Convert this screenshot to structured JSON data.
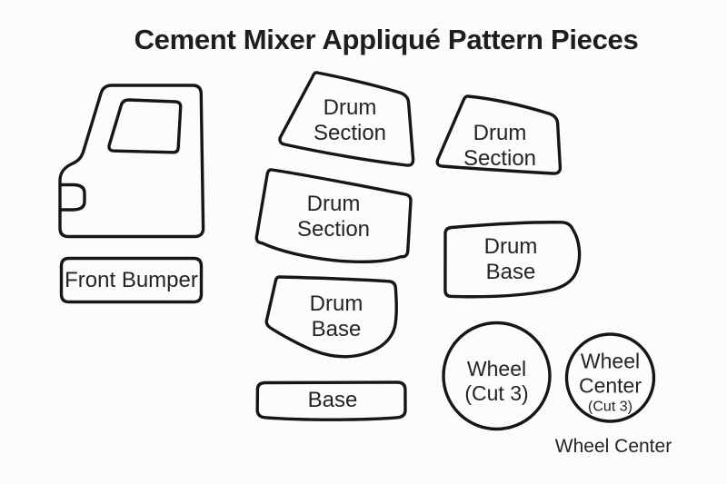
{
  "title": "Cement Mixer Appliqué Pattern Pieces",
  "pieces": {
    "truck_cab": {
      "name": "truck cab (unlabeled outline with window and handle)"
    },
    "front_bumper": {
      "label": "Front Bumper"
    },
    "drum_section_top": {
      "line1": "Drum",
      "line2": "Section"
    },
    "drum_section_middle": {
      "line1": "Drum",
      "line2": "Section"
    },
    "drum_section_right": {
      "line1": "Drum",
      "line2": "Section"
    },
    "drum_base_right": {
      "line1": "Drum",
      "line2": "Base"
    },
    "drum_base_middle": {
      "line1": "Drum",
      "line2": "Base"
    },
    "base": {
      "label": "Base"
    },
    "wheel": {
      "line1": "Wheel",
      "line2": "(Cut 3)"
    },
    "wheel_center": {
      "line1": "Wheel",
      "line2": "Center",
      "line3": "(Cut 3)"
    }
  },
  "caption": "Wheel Center",
  "colors": {
    "outline": "#161616",
    "text": "#242424",
    "background": "#fdfcfb"
  }
}
